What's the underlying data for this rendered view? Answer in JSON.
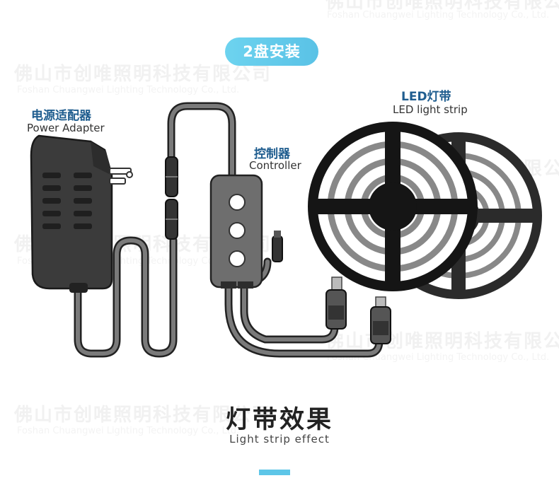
{
  "watermark": {
    "cn": "佛山市创唯照明科技有限公司",
    "en": "Foshan Chuangwei Lighting Technology Co., Ltd."
  },
  "badge": {
    "label": "2盘安装"
  },
  "labels": {
    "adapter_cn": "电源适配器",
    "adapter_en": "Power Adapter",
    "controller_cn": "控制器",
    "controller_en": "Controller",
    "strip_cn": "LED灯带",
    "strip_en": "LED light strip"
  },
  "section": {
    "title_cn": "灯带效果",
    "title_en": "Light strip effect"
  },
  "colors": {
    "accent": "#5ec6e8",
    "label_blue": "#1f5d8f",
    "device_dark": "#3a3a3a"
  }
}
